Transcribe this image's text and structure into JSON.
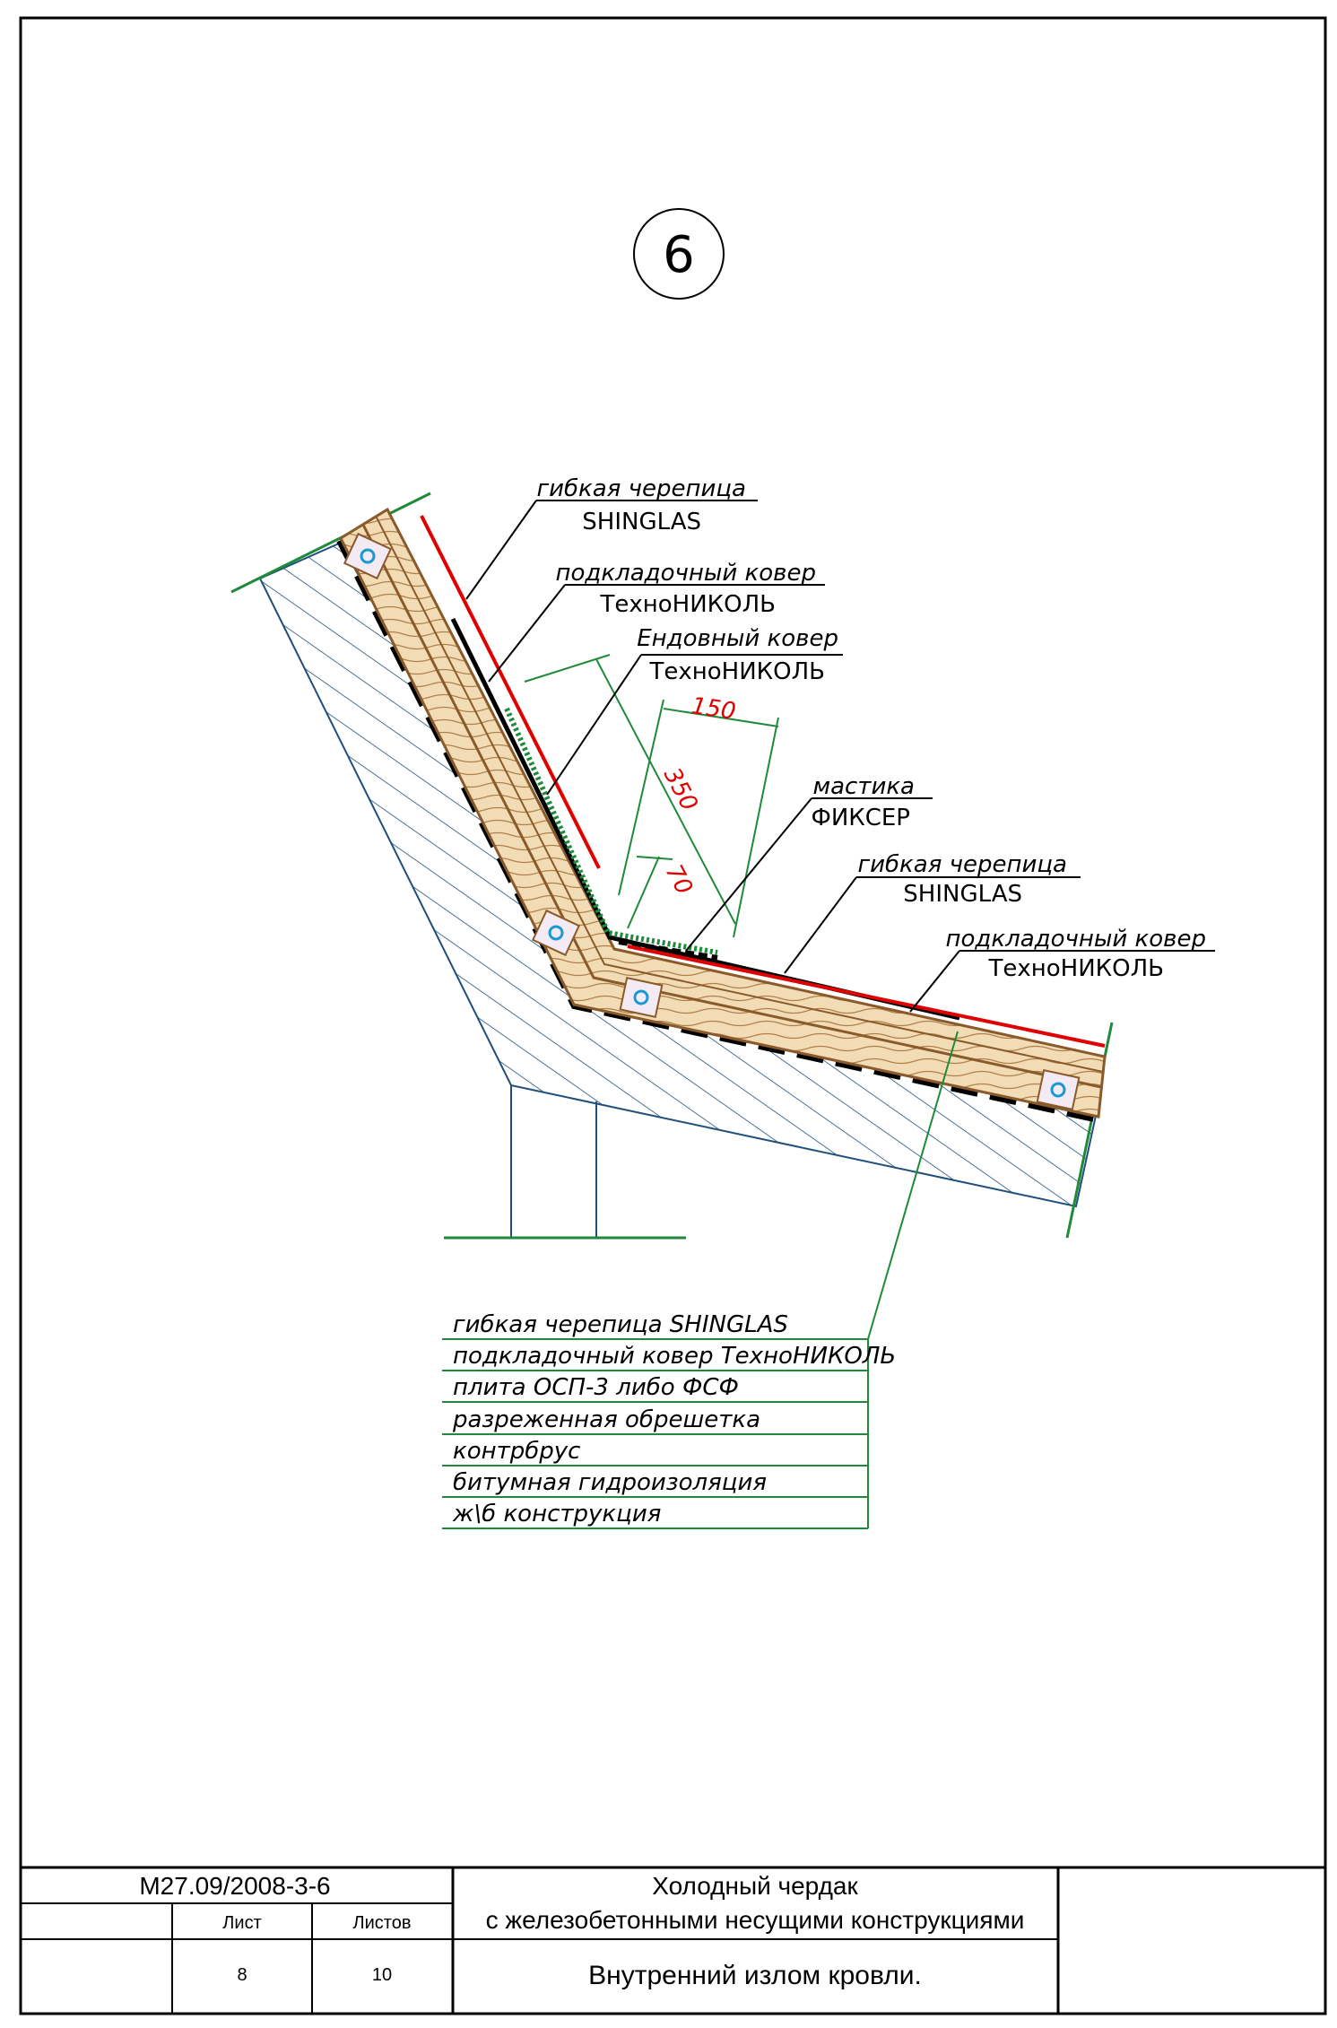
{
  "detail_number": "6",
  "callouts": [
    {
      "line1": "гибкая черепица",
      "line2": "SHINGLAS"
    },
    {
      "line1": "подкладочный ковер",
      "line2": "ТехноНИКОЛЬ"
    },
    {
      "line1": "Ендовный ковер",
      "line2": "ТехноНИКОЛЬ"
    },
    {
      "line1": "мастика",
      "line2": "ФИКСЕР"
    },
    {
      "line1": "гибкая черепица",
      "line2": "SHINGLAS"
    },
    {
      "line1": "подкладочный ковер",
      "line2": "ТехноНИКОЛЬ"
    }
  ],
  "dimensions": [
    "150",
    "350",
    "70"
  ],
  "layers": [
    "гибкая черепица SHINGLAS",
    "подкладочный ковер ТехноНИКОЛЬ",
    "плита ОСП-3 либо ФСФ",
    "разреженная обрешетка",
    "контрбрус",
    "битумная гидроизоляция",
    "ж\\б конструкция"
  ],
  "title_block": {
    "code": "М27.09/2008-3-6",
    "sheet_label": "Лист",
    "sheets_label": "Листов",
    "sheet": "8",
    "sheets": "10",
    "title_line1": "Холодный чердак",
    "title_line2": "с железобетонными несущими конструкциями",
    "subtitle": "Внутренний излом кровли."
  },
  "colors": {
    "shingle": "#e00000",
    "leader": "#1f8a3a",
    "wood": "#a0703a",
    "concrete_hatch": "#1f4f7a",
    "dimension_text": "#e00000"
  }
}
